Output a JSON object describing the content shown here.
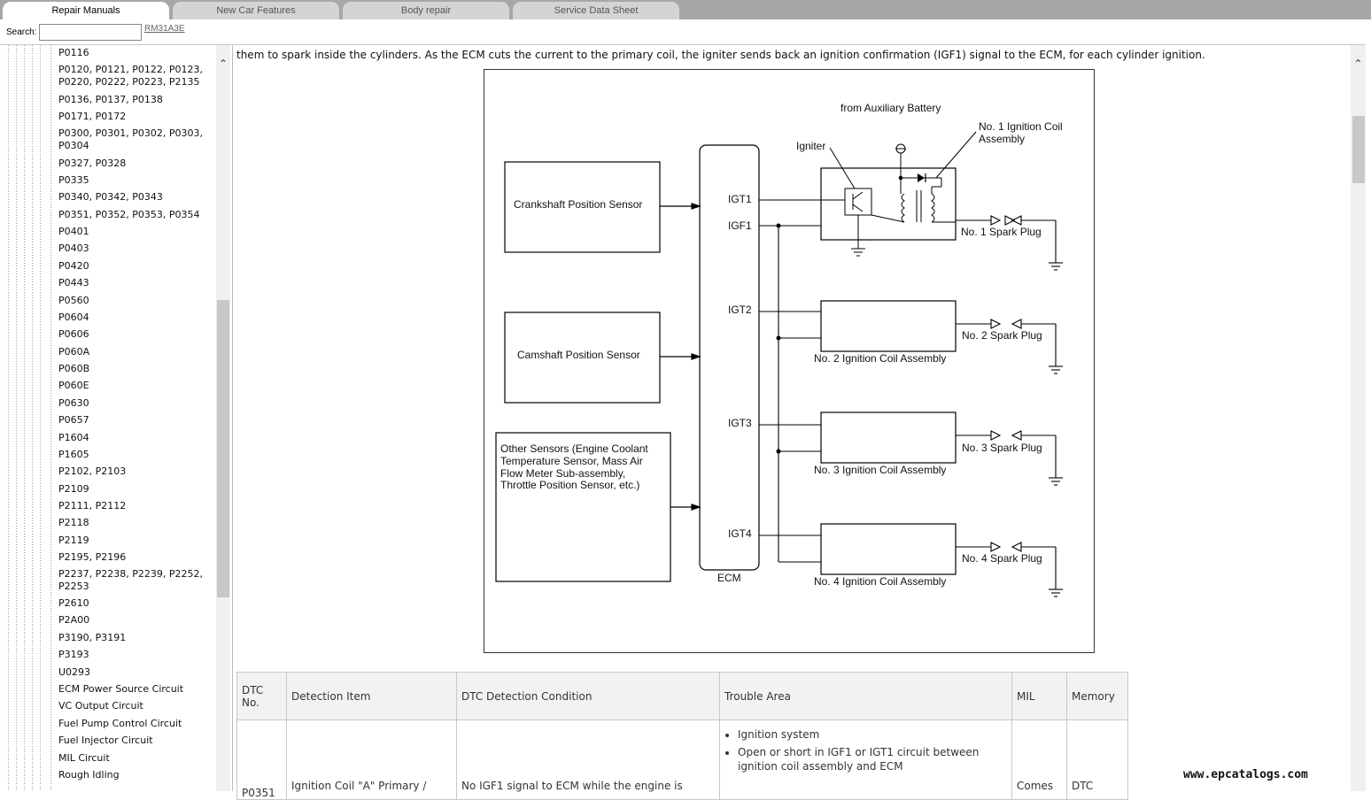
{
  "tabs": [
    {
      "label": "Repair Manuals"
    },
    {
      "label": "New Car Features"
    },
    {
      "label": "Body repair"
    },
    {
      "label": "Service Data Sheet"
    }
  ],
  "search": {
    "label": "Search:",
    "value": "",
    "link": "RM31A3E"
  },
  "nav_items": [
    "P0116",
    "P0120, P0121, P0122, P0123,\nP0220, P0222, P0223, P2135",
    "P0136, P0137, P0138",
    "P0171, P0172",
    "P0300, P0301, P0302, P0303,\nP0304",
    "P0327, P0328",
    "P0335",
    "P0340, P0342, P0343",
    "P0351, P0352, P0353, P0354",
    "P0401",
    "P0403",
    "P0420",
    "P0443",
    "P0560",
    "P0604",
    "P0606",
    "P060A",
    "P060B",
    "P060E",
    "P0630",
    "P0657",
    "P1604",
    "P1605",
    "P2102, P2103",
    "P2109",
    "P2111, P2112",
    "P2118",
    "P2119",
    "P2195, P2196",
    "P2237, P2238, P2239, P2252,\nP2253",
    "P2610",
    "P2A00",
    "P3190, P3191",
    "P3193",
    "U0293",
    "ECM Power Source Circuit",
    "VC Output Circuit",
    "Fuel Pump Control Circuit",
    "Fuel Injector Circuit",
    "MIL Circuit",
    "Rough Idling"
  ],
  "intro_text": "them to spark inside the cylinders. As the ECM cuts the current to the primary coil, the igniter sends back an ignition confirmation (IGF1) signal to the ECM, for each cylinder ignition.",
  "diagram": {
    "from_battery": "from Auxiliary Battery",
    "igniter": "Igniter",
    "coil1_line1": "No. 1 Ignition Coil",
    "coil1_line2": "Assembly",
    "crank": "Crankshaft Position Sensor",
    "cam": "Camshaft Position Sensor",
    "other_l1": "Other Sensors (Engine Coolant",
    "other_l2": "Temperature Sensor, Mass Air",
    "other_l3": "Flow Meter Sub-assembly,",
    "other_l4": "Throttle Position Sensor, etc.)",
    "igt1": "IGT1",
    "igf1": "IGF1",
    "igt2": "IGT2",
    "igt3": "IGT3",
    "igt4": "IGT4",
    "ecm": "ECM",
    "plug1": "No. 1 Spark Plug",
    "plug2": "No. 2 Spark Plug",
    "plug3": "No. 3 Spark Plug",
    "plug4": "No. 4 Spark Plug",
    "coil2": "No. 2 Ignition Coil Assembly",
    "coil3": "No. 3 Ignition Coil Assembly",
    "coil4": "No. 4 Ignition Coil Assembly"
  },
  "table": {
    "headers": {
      "dtc": "DTC\nNo.",
      "item": "Detection Item",
      "condition": "DTC Detection Condition",
      "trouble": "Trouble Area",
      "mil": "MIL",
      "memory": "Memory"
    },
    "row": {
      "dtc": "P0351",
      "item": "Ignition Coil \"A\" Primary /",
      "condition": "No IGF1 signal to ECM while the engine is",
      "trouble_items": [
        "Ignition system",
        "Open or short in IGF1 or IGT1 circuit between ignition coil assembly and ECM"
      ],
      "mil": "Comes",
      "memory": "DTC"
    }
  },
  "watermark": "www.epcatalogs.com"
}
